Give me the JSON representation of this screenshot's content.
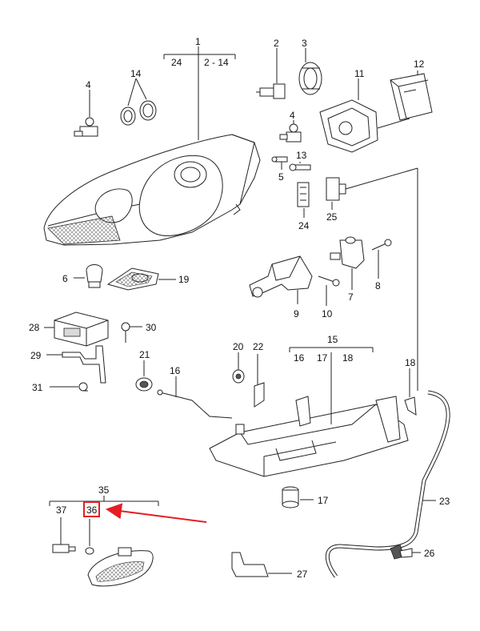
{
  "colors": {
    "line": "#222222",
    "highlight": "#e31e24",
    "background": "#ffffff"
  },
  "labels": {
    "p1": "1",
    "p1_sub_a": "24",
    "p1_sub_b": "2 - 14",
    "p2": "2",
    "p3": "3",
    "p4a": "4",
    "p4b": "4",
    "p5": "5",
    "p6": "6",
    "p7": "7",
    "p8": "8",
    "p9": "9",
    "p10": "10",
    "p11": "11",
    "p12": "12",
    "p13": "13",
    "p14": "14",
    "p15": "15",
    "p15_sub_a": "16",
    "p15_sub_b": "17",
    "p15_sub_c": "18",
    "p16": "16",
    "p17": "17",
    "p18": "18",
    "p19": "19",
    "p20": "20",
    "p21": "21",
    "p22": "22",
    "p23": "23",
    "p24": "24",
    "p25": "25",
    "p26": "26",
    "p27": "27",
    "p28": "28",
    "p29": "29",
    "p30": "30",
    "p31": "31",
    "p35": "35",
    "p35_sub_a": "37",
    "p35_sub_b": "36"
  },
  "highlight": {
    "part": "36",
    "icon": "red-arrow-icon"
  }
}
